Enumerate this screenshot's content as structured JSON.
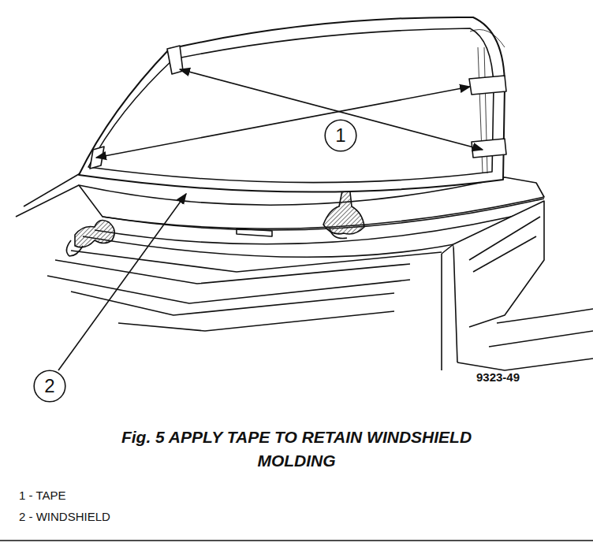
{
  "diagram": {
    "caption": "Fig. 5 APPLY TAPE TO RETAIN WINDSHIELD MOLDING",
    "nodes": [
      {
        "text": [
          "1"
        ]
      },
      {
        "text": [
          "2"
        ]
      }
    ],
    "labels": [
      "9323-49",
      "1 - TAPE",
      "2 - WINDSHIELD"
    ]
  }
}
